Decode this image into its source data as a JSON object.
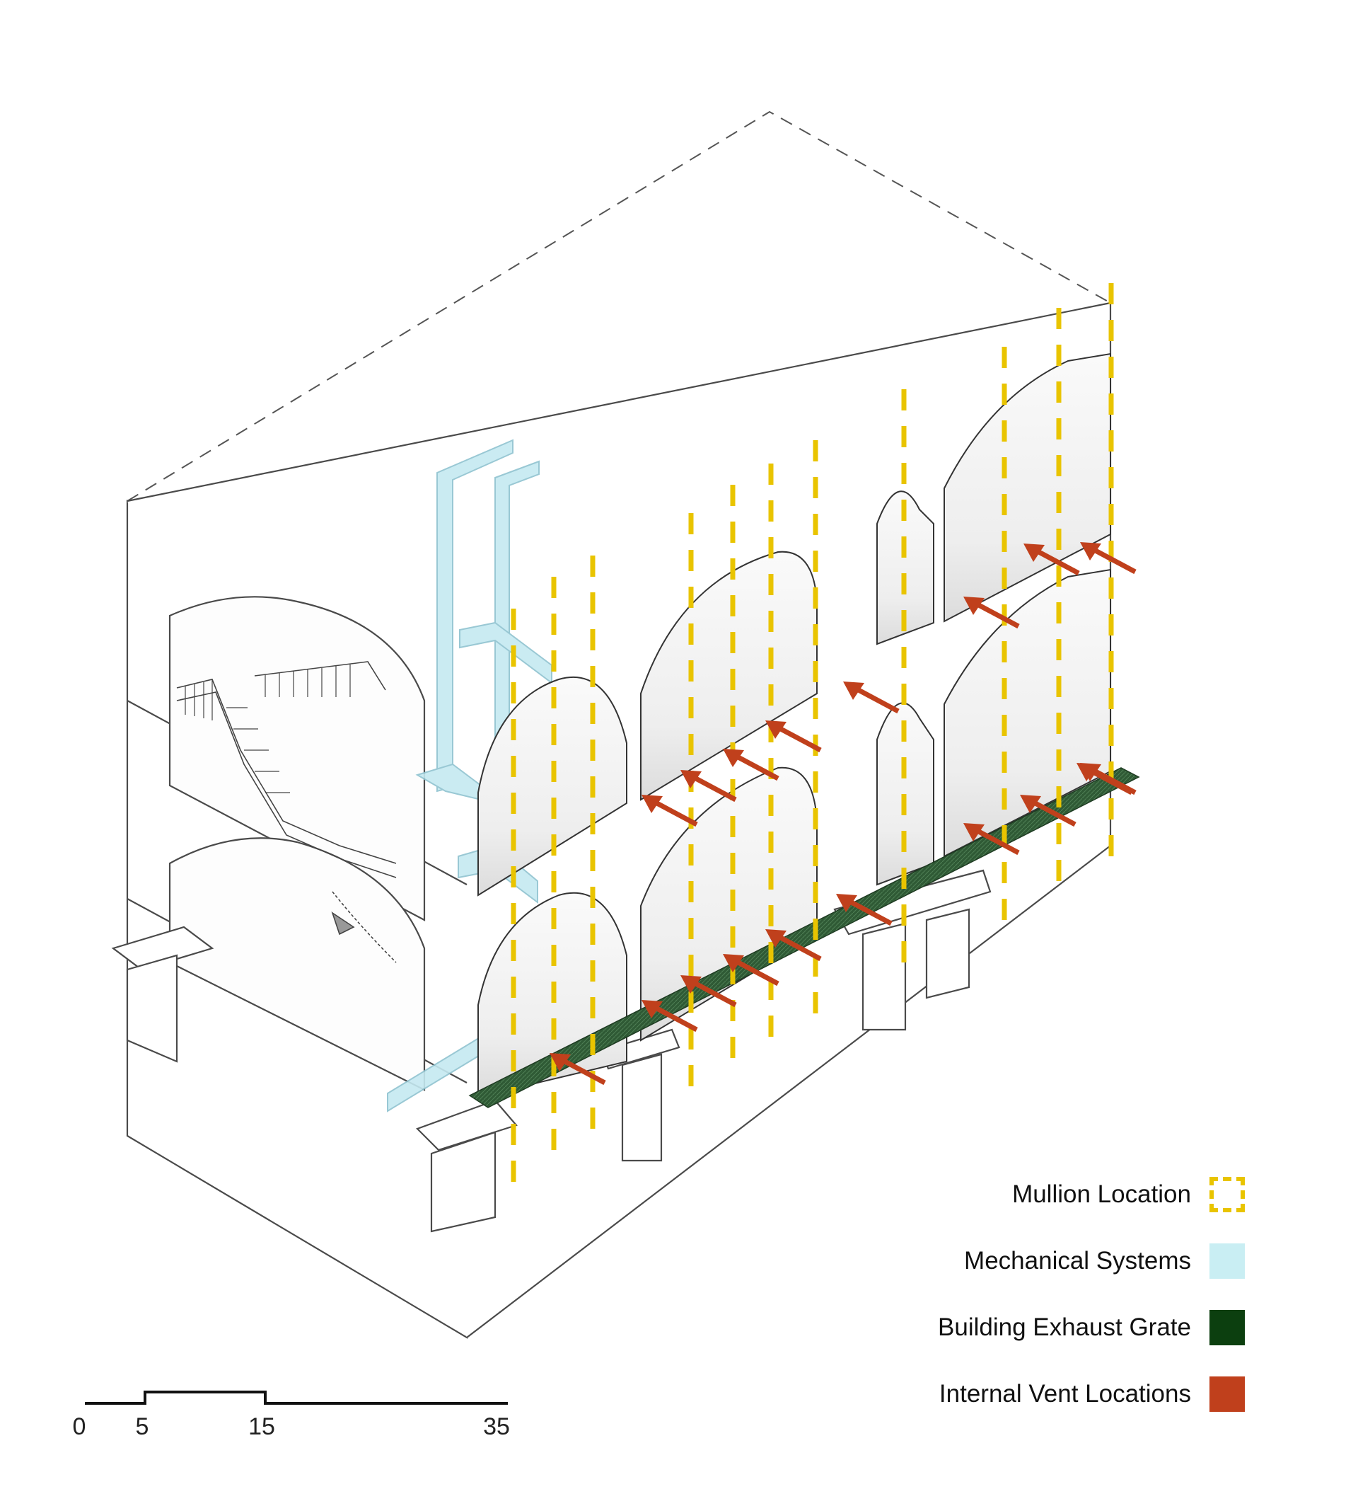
{
  "legend": {
    "items": [
      {
        "label": "Mullion Location",
        "color": "#e9c400",
        "style": "dashed-outline"
      },
      {
        "label": "Mechanical Systems",
        "color": "#c9eef3",
        "style": "fill"
      },
      {
        "label": "Building Exhaust Grate",
        "color": "#0c3f0f",
        "style": "fill"
      },
      {
        "label": "Internal Vent Locations",
        "color": "#c0401c",
        "style": "fill"
      }
    ]
  },
  "scale_bar": {
    "ticks": [
      "0",
      "5",
      "15",
      "35"
    ]
  },
  "colors": {
    "linework": "#4a4a4a",
    "mullion": "#e9c400",
    "mechanical": "#b7e3ee",
    "grate": "#2f5a35",
    "vent_arrow": "#c0401c",
    "glass": "#efefef"
  }
}
